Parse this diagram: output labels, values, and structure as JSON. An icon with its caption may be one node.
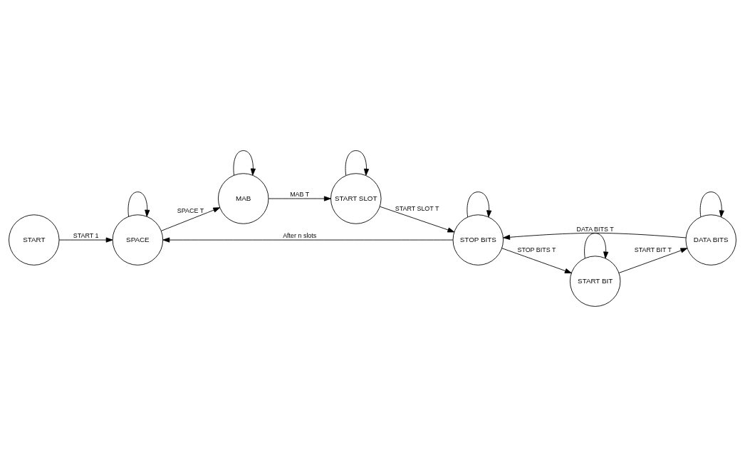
{
  "diagram": {
    "nodes": [
      {
        "text": [
          "START"
        ]
      },
      {
        "text": [
          "SPACE"
        ]
      },
      {
        "text": [
          "MAB"
        ]
      },
      {
        "text": [
          "START SLOT"
        ]
      },
      {
        "text": [
          "START BIT"
        ]
      },
      {
        "text": [
          "DATA BITS"
        ]
      },
      {
        "text": [
          "STOP BITS"
        ]
      }
    ],
    "edges": [
      {
        "from": 0,
        "to": 1,
        "arrow": "to",
        "label": "START 1"
      },
      {
        "from": 1,
        "to": 1,
        "arrow": "to"
      },
      {
        "from": 1,
        "to": 2,
        "arrow": "to",
        "label": "SPACE T"
      },
      {
        "from": 2,
        "to": 2,
        "arrow": "to"
      },
      {
        "from": 2,
        "to": 3,
        "arrow": "to",
        "label": "MAB T"
      },
      {
        "from": 3,
        "to": 3,
        "arrow": "to"
      },
      {
        "from": 3,
        "to": 6,
        "arrow": "to",
        "label": "START SLOT T"
      },
      {
        "from": 4,
        "to": 4,
        "arrow": "to"
      },
      {
        "from": 4,
        "to": 5,
        "arrow": "to",
        "label": "START BIT T"
      },
      {
        "from": 5,
        "to": 5,
        "arrow": "to"
      },
      {
        "from": 5,
        "to": 6,
        "arrow": "to",
        "label": "DATA BITS T"
      },
      {
        "from": 6,
        "to": 6,
        "arrow": "to"
      },
      {
        "from": 6,
        "to": 4,
        "arrow": "to",
        "label": "STOP BITS T"
      },
      {
        "from": 6,
        "to": 1,
        "arrow": "to",
        "label": "After n slots"
      }
    ]
  }
}
